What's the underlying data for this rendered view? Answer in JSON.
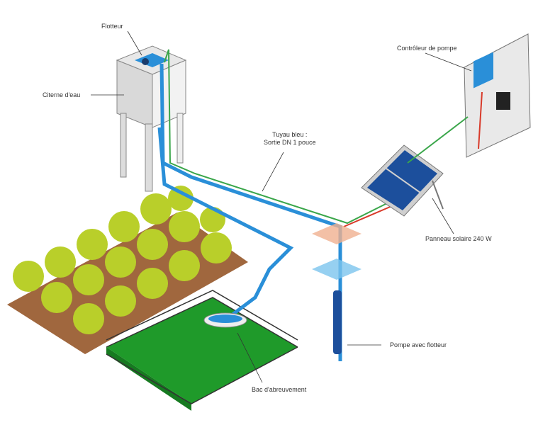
{
  "labels": {
    "float": "Flotteur",
    "tank": "Citerne d'eau",
    "pipe_line1": "Tuyau bleu :",
    "pipe_line2": "Sortie DN 1 pouce",
    "controller": "Contrôleur de pompe",
    "panel": "Panneau solaire 240 W",
    "pump": "Pompe avec flotteur",
    "trough": "Bac d'abreuvement"
  },
  "colors": {
    "pipe": "#2a8fd8",
    "wire_green": "#3aa64a",
    "wire_red": "#d83a2a",
    "grass": "#1f9a2a",
    "soil": "#a0673e",
    "tree": "#b9cf2a",
    "panel": "#1c4f9c"
  }
}
